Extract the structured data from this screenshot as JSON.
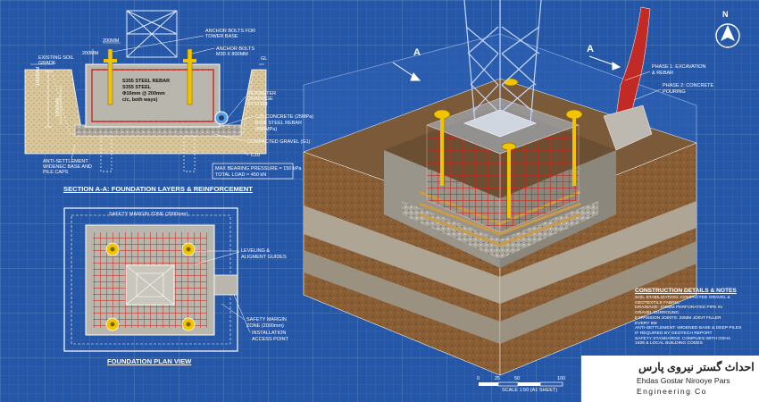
{
  "section": {
    "title": "SECTION A-A: FOUNDATION LAYERS & REINFORCEMENT",
    "dim_200": "200mm",
    "dim_200b": "200mm",
    "dim_1000": "1000mm",
    "dim_1000b": "1000mm",
    "existing_soil": "EXISTING SOIL GRADE",
    "gl": "GL",
    "anchor_tower": "ANCHOR BOLTS FOR TOWER BASE",
    "anchor_m30": "ANCHOR BOLTS M30 x 800mm",
    "rebar1": "S355 STEEL REBAR",
    "rebar2": "S355 STEEL",
    "rebar3": "Φ16mm @ 200mm",
    "rebar4": "c/c, both ways)",
    "perimeter": "PERIMETER DRAINAGE SYSTEM",
    "concrete1": "C25 CONCRETE (25MPa)",
    "concrete2": "B358 STEEL REBAR",
    "concrete3": "(500MPa)",
    "gravel": "COMPACTED GRAVEL (G1)",
    "c10": "C10",
    "anti1": "ANTI-SETTLEMENT WIDENEC BASE AND PILE CAPS",
    "bearing": "MAX BEARING PRESSURE = 150 kPa",
    "total_load": "TOTAL LOAD = 450 kN"
  },
  "plan": {
    "title": "FOUNDATION PLAN VIEW",
    "safety_zone": "SAFETY MARGIN ZONE (2000mm)",
    "leveling1": "LEVELING &",
    "leveling2": "ALIGMENT GUIDES",
    "safety_margin1": "SAFETY MARGIN",
    "safety_margin2": "ZONE (2000mm)",
    "install1": "INSTALLATION",
    "install2": "ACCESS POINT"
  },
  "iso": {
    "marker_a1": "A",
    "marker_a2": "A",
    "north": "N",
    "phase1a": "PHASE 1: EXCAVATION",
    "phase1b": "& REBAR",
    "phase2a": "PHASE 2: CONCRETE",
    "phase2b": "POURING"
  },
  "scale": {
    "ticks": [
      "0",
      "25",
      "50",
      "100"
    ],
    "label": "SCALE 1:50 (A1 SHEET)"
  },
  "notes": {
    "heading": "CONSTRUCTION DETAILS & NOTES",
    "lines": [
      "SOIL STABILIZATION: COMPACTED GRAVEL &",
      "GEOTEXTILE FABRIC",
      "DRAINAGE: 100mm PERFORATED PIPE IN",
      "GRAVEL SURROUND",
      "EXPANSION JOINTS: 20mm JOINT FILLER",
      "EVERY 6m",
      "ANTI-SETTLEMENT: WIDENED BASE & DEEP PILES",
      "IF REQUIRED BY GEOTECH REPORT",
      "SAFETY STANDARDS: COMPLIES WITH OSHA",
      "1926 & LOCAL BUILDING CODES"
    ]
  },
  "logo": {
    "persian": "احداث گستر نیروی پارس",
    "english1": "Ehdas Gostar Nirooye Pars",
    "english2": "Engineering Co"
  },
  "colors": {
    "blueprint": "#2557a8",
    "concrete": "#b9b6ad",
    "rebar": "#c8281e",
    "bolt": "#f2c400",
    "soil": "#8a5e35"
  }
}
